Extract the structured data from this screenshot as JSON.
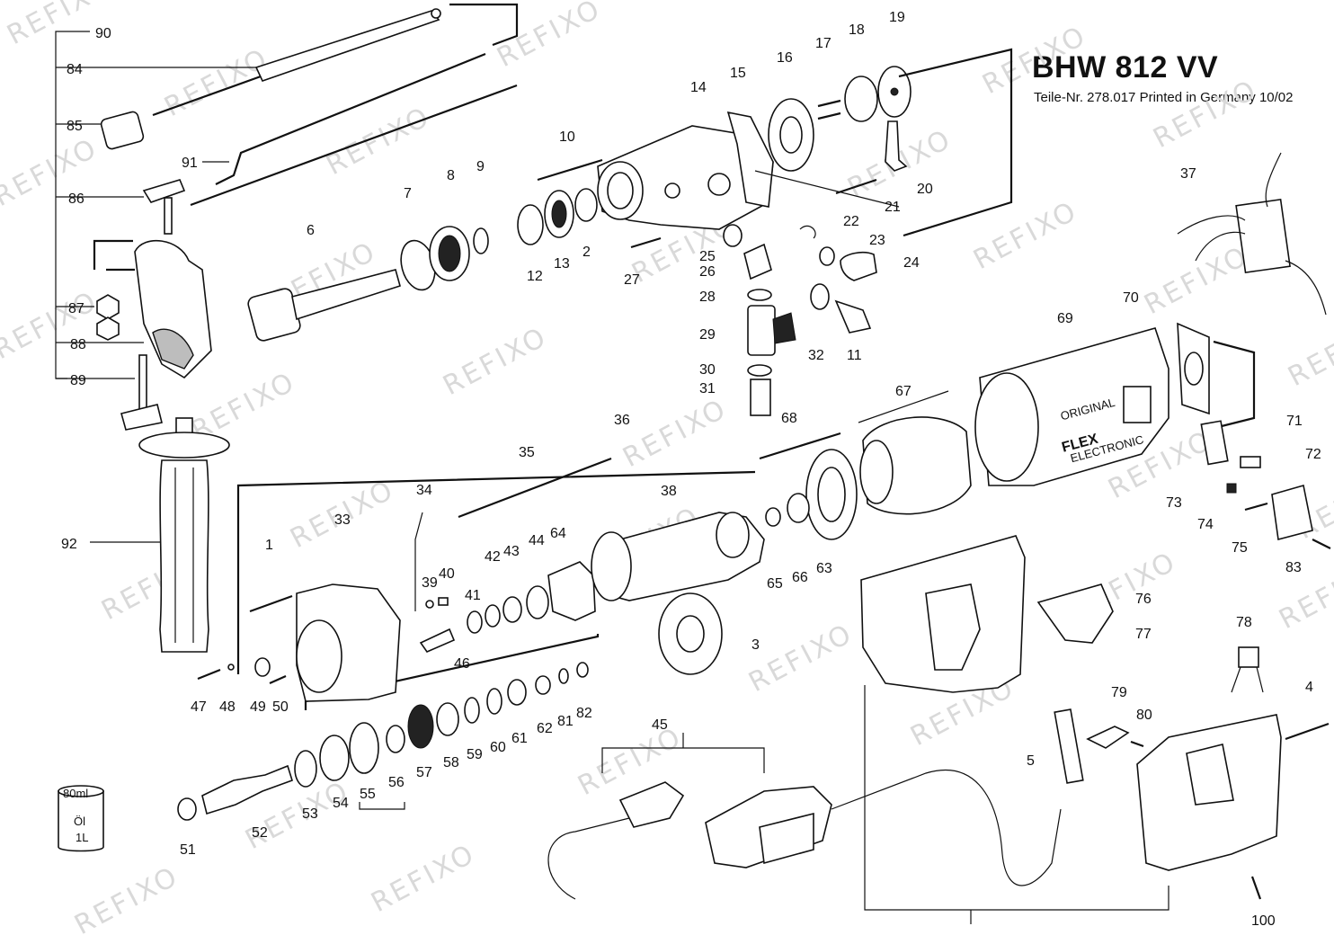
{
  "header": {
    "model": "BHW 812 VV",
    "part_note": "Teile-Nr. 278.017 Printed in Germany 10/02"
  },
  "watermark": {
    "text": "REFIXO"
  },
  "brand": {
    "logo_text": "FLEX",
    "logo_sub": "ELECTRONIC",
    "logo_top": "ORIGINAL"
  },
  "oil_can": {
    "volume": "80ml",
    "line1": "Öl",
    "line2": "1L"
  },
  "callouts": [
    "90",
    "84",
    "85",
    "91",
    "86",
    "87",
    "88",
    "89",
    "92",
    "10",
    "9",
    "8",
    "7",
    "6",
    "14",
    "15",
    "16",
    "17",
    "18",
    "19",
    "20",
    "21",
    "22",
    "23",
    "24",
    "25",
    "26",
    "27",
    "28",
    "29",
    "30",
    "31",
    "32",
    "11",
    "12",
    "13",
    "2",
    "67",
    "68",
    "69",
    "70",
    "71",
    "72",
    "73",
    "74",
    "75",
    "83",
    "37",
    "36",
    "35",
    "34",
    "33",
    "1",
    "38",
    "39",
    "40",
    "41",
    "42",
    "43",
    "44",
    "64",
    "65",
    "66",
    "63",
    "3",
    "76",
    "77",
    "78",
    "79",
    "80",
    "4",
    "5",
    "45",
    "46",
    "47",
    "48",
    "49",
    "50",
    "51",
    "52",
    "53",
    "54",
    "55",
    "56",
    "57",
    "58",
    "59",
    "60",
    "61",
    "62",
    "81",
    "82",
    "100"
  ],
  "colors": {
    "ink": "#111111",
    "watermark": "#d9d9d9",
    "paper": "#ffffff"
  }
}
